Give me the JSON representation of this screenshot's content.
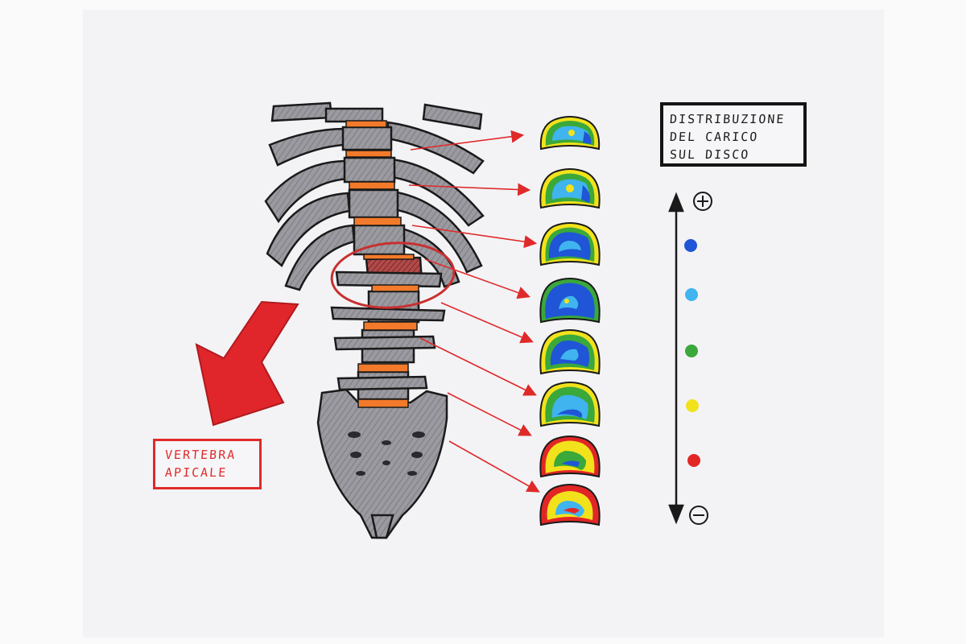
{
  "title_box": {
    "line1": "DISTRIBUZIONE",
    "line2": "DEL CARICO",
    "line3": "SUL DISCO"
  },
  "apical_label": {
    "line1": "VERTEBRA",
    "line2": "APICALE"
  },
  "scale": {
    "top_symbol": "+",
    "bottom_symbol": "−",
    "colors": [
      {
        "name": "blue",
        "hex": "#1f55d6"
      },
      {
        "name": "light-blue",
        "hex": "#3fb4ee"
      },
      {
        "name": "green",
        "hex": "#3aa83a"
      },
      {
        "name": "yellow",
        "hex": "#f2e21b"
      },
      {
        "name": "red",
        "hex": "#e22626"
      }
    ]
  },
  "colors": {
    "ink": "#1a1a1a",
    "bone": "#8f8f94",
    "disc": "#f27a2a",
    "accent_red": "#e02a2a"
  },
  "disc_maps": [
    {
      "level": 1,
      "pattern": "central-light"
    },
    {
      "level": 2,
      "pattern": "central-light"
    },
    {
      "level": 3,
      "pattern": "blue-ring"
    },
    {
      "level": 4,
      "pattern": "blue-heavy"
    },
    {
      "level": 5,
      "pattern": "blue-mixed"
    },
    {
      "level": 6,
      "pattern": "blue-mixed"
    },
    {
      "level": 7,
      "pattern": "yellow-red"
    },
    {
      "level": 8,
      "pattern": "red-heavy"
    }
  ]
}
